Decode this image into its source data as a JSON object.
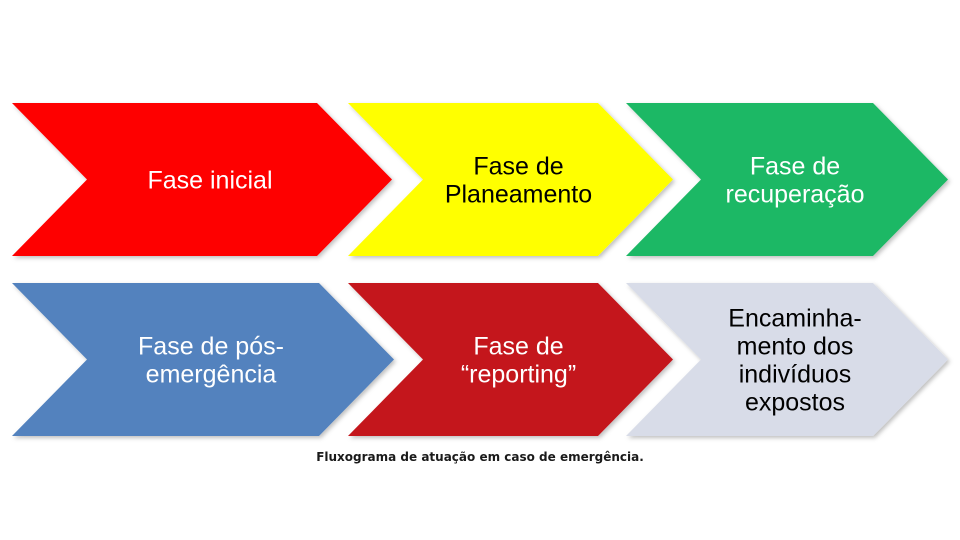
{
  "colors": {
    "red": "#fe0000",
    "yellow": "#ffff00",
    "green": "#1eb865",
    "blue": "#5282be",
    "dark_red": "#c4161c",
    "light_blue": "#d8dce8"
  },
  "phases": [
    {
      "lines": [
        "Fase inicial"
      ],
      "fill": "#fe0000",
      "text_color": "#ffffff"
    },
    {
      "lines": [
        "Fase de",
        "Planeamento"
      ],
      "fill": "#ffff00",
      "text_color": "#000000"
    },
    {
      "lines": [
        "Fase de",
        "recuperação"
      ],
      "fill": "#1eb865",
      "text_color": "#ffffff"
    },
    {
      "lines": [
        "Fase de pós-",
        "emergência"
      ],
      "fill": "#5282be",
      "text_color": "#ffffff"
    },
    {
      "lines": [
        "Fase de",
        "“reporting”"
      ],
      "fill": "#c4161c",
      "text_color": "#ffffff"
    },
    {
      "lines": [
        "Encaminha-",
        "mento dos",
        "indivíduos",
        "expostos"
      ],
      "fill": "#d8dce8",
      "text_color": "#000000"
    }
  ],
  "caption": "Fluxograma de atuação em caso de emergência."
}
